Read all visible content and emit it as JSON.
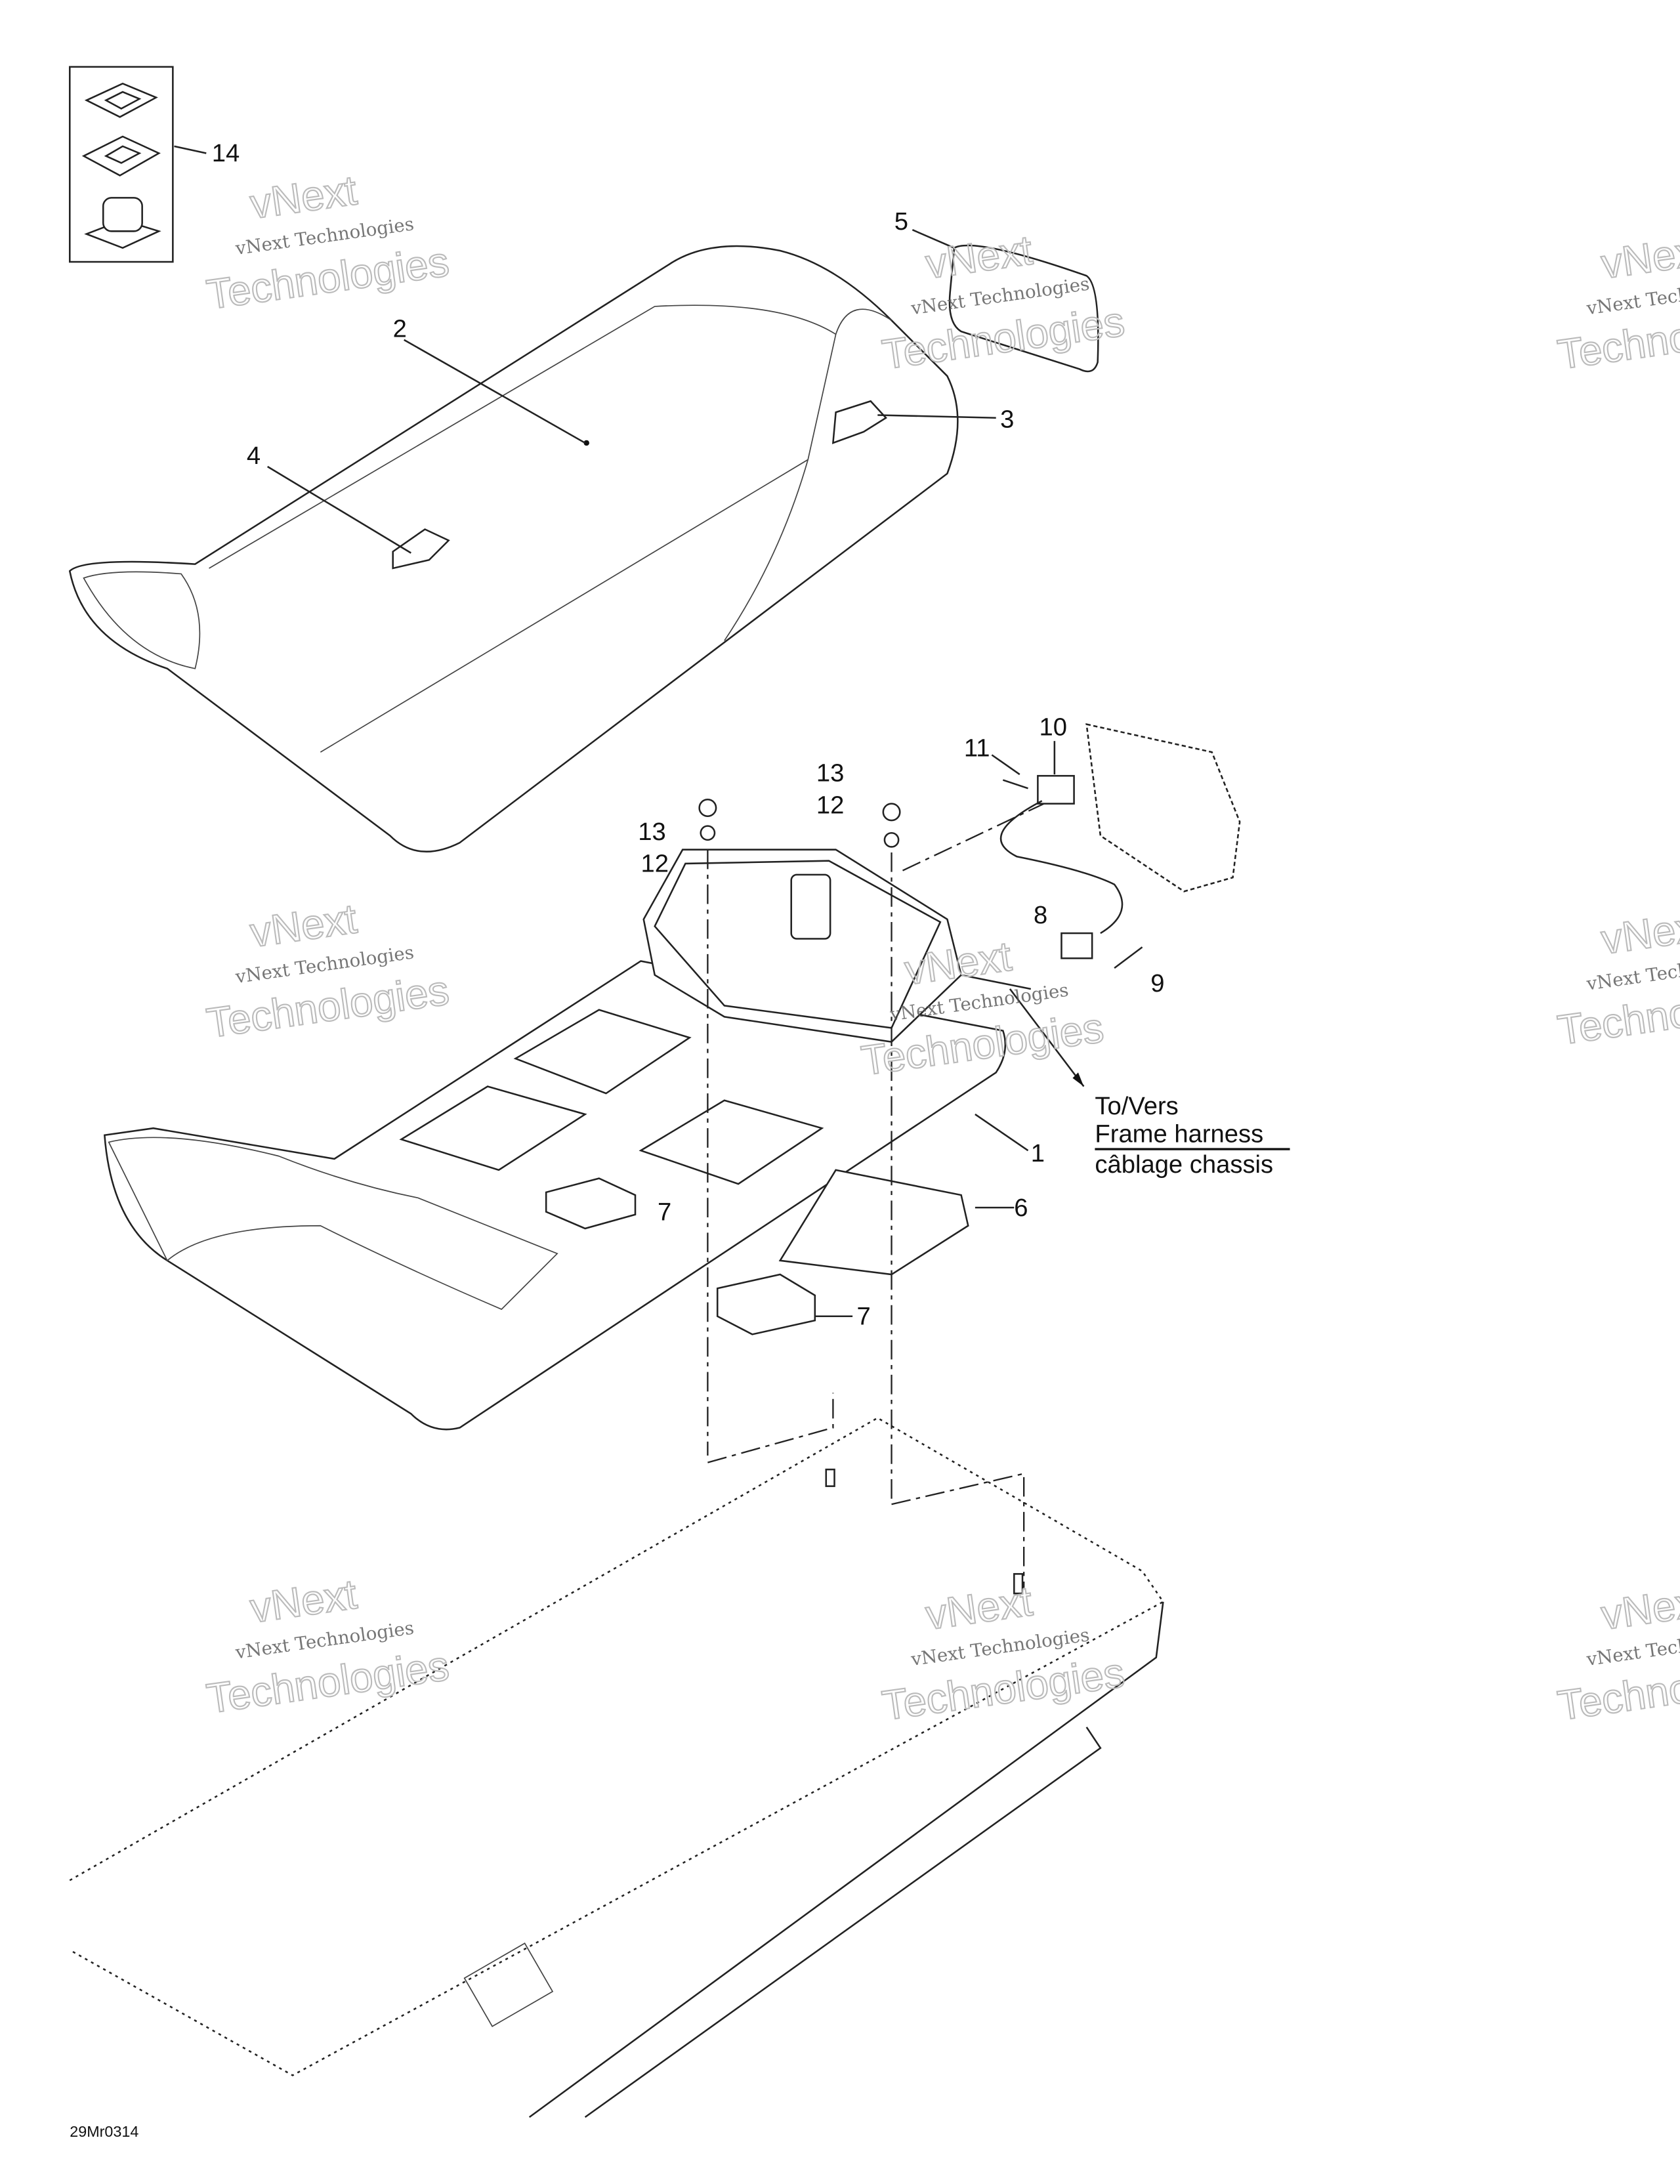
{
  "diagram": {
    "figure_code": "29Mr0314",
    "callouts": {
      "c1": "1",
      "c2": "2",
      "c3": "3",
      "c4": "4",
      "c5": "5",
      "c6": "6",
      "c7a": "7",
      "c7b": "7",
      "c8": "8",
      "c9": "9",
      "c10": "10",
      "c11": "11",
      "c12a": "12",
      "c12b": "12",
      "c13a": "13",
      "c13b": "13",
      "c14": "14"
    },
    "note": {
      "line1": "To/Vers",
      "line2": "Frame harness",
      "line3": "câblage chassis"
    },
    "watermark": {
      "small": "vNext Technologies",
      "brand": "vNext",
      "large": "Technologies"
    }
  }
}
